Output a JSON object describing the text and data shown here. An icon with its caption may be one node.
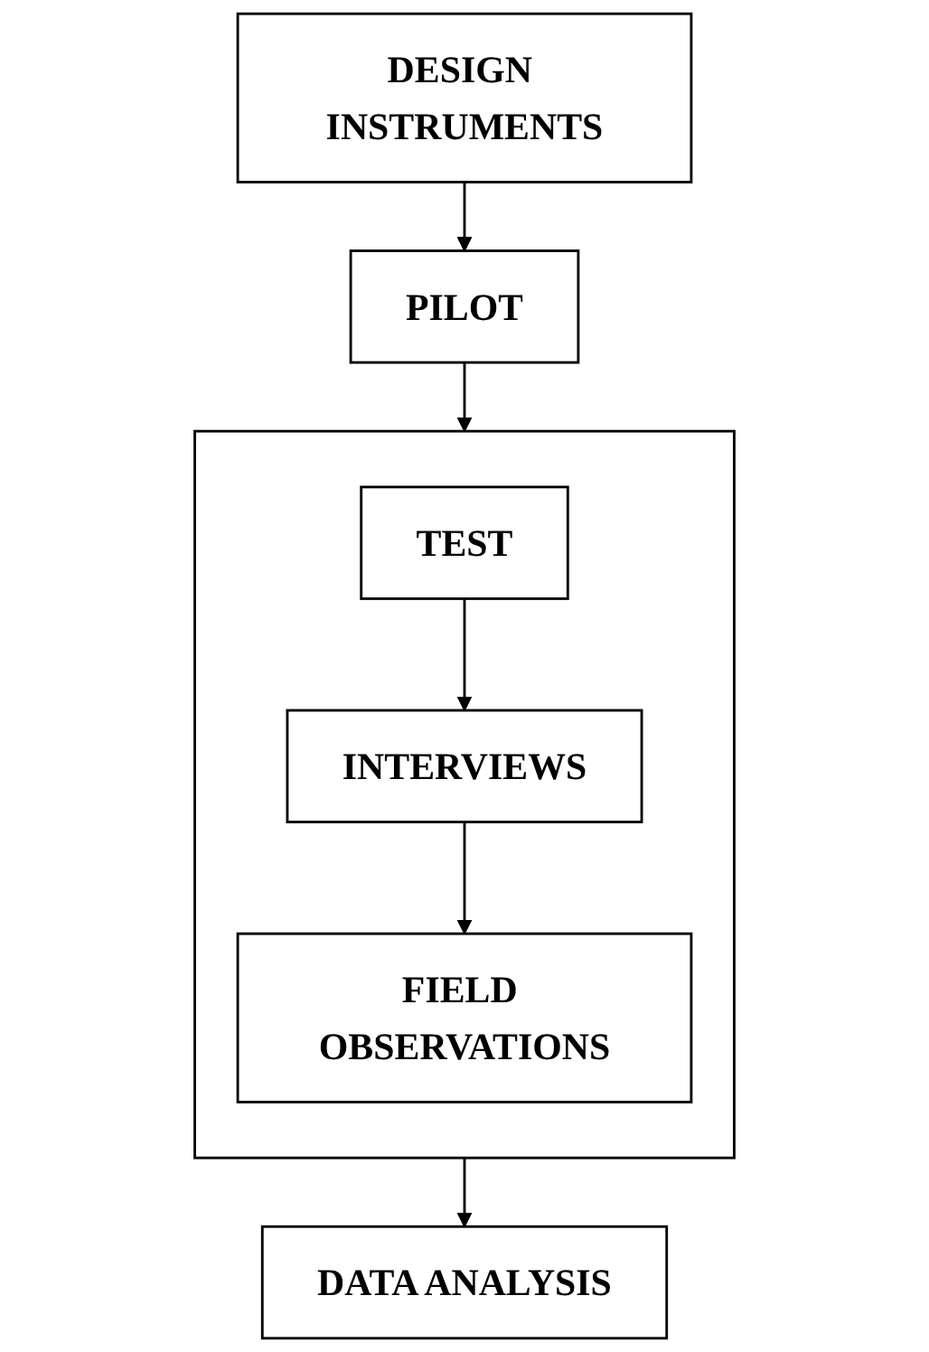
{
  "diagram": {
    "nodes": [
      {
        "text": [
          "DESIGN INSTRUMENTS"
        ]
      },
      {
        "text": [
          "PILOT"
        ]
      },
      {
        "text": [],
        "shape": "box"
      },
      {
        "text": [
          "TEST"
        ],
        "in": 2
      },
      {
        "text": [
          "INTERVIEWS"
        ],
        "in": 2
      },
      {
        "text": [
          "FIELD OBSERVATIONS"
        ],
        "in": 2
      },
      {
        "text": [
          "DATA ANALYSIS"
        ]
      }
    ],
    "edges": [
      {
        "from": 0,
        "to": 1,
        "arrow": "to"
      },
      {
        "from": 1,
        "to": 2,
        "arrow": "to"
      },
      {
        "from": 3,
        "to": 4,
        "arrow": "to"
      },
      {
        "from": 4,
        "to": 5,
        "arrow": "to"
      },
      {
        "from": 2,
        "to": 6,
        "arrow": "to"
      }
    ]
  }
}
